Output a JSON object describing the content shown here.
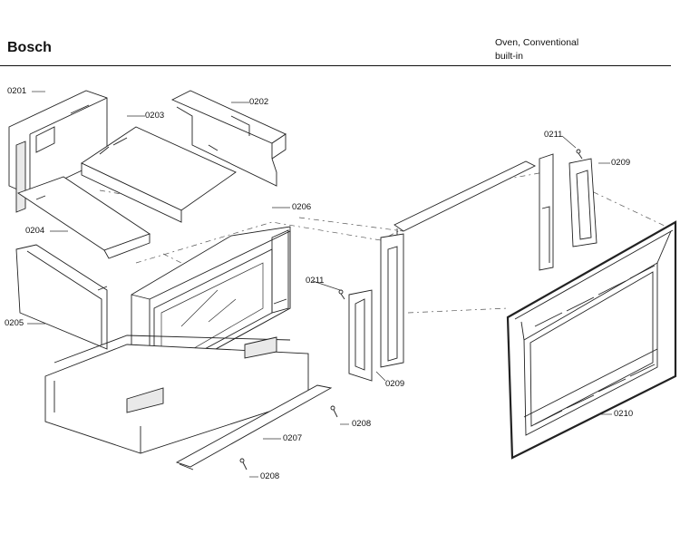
{
  "header": {
    "brand": "Bosch",
    "product_line1": "Oven, Conventional",
    "product_line2": "built-in"
  },
  "callouts": {
    "c0201": "0201",
    "c0202": "0202",
    "c0203": "0203",
    "c0204": "0204",
    "c0205": "0205",
    "c0206": "0206",
    "c0207": "0207",
    "c0208a": "0208",
    "c0208b": "0208",
    "c0209a": "0209",
    "c0209b": "0209",
    "c0210": "0210",
    "c0211a": "0211",
    "c0211b": "0211"
  }
}
